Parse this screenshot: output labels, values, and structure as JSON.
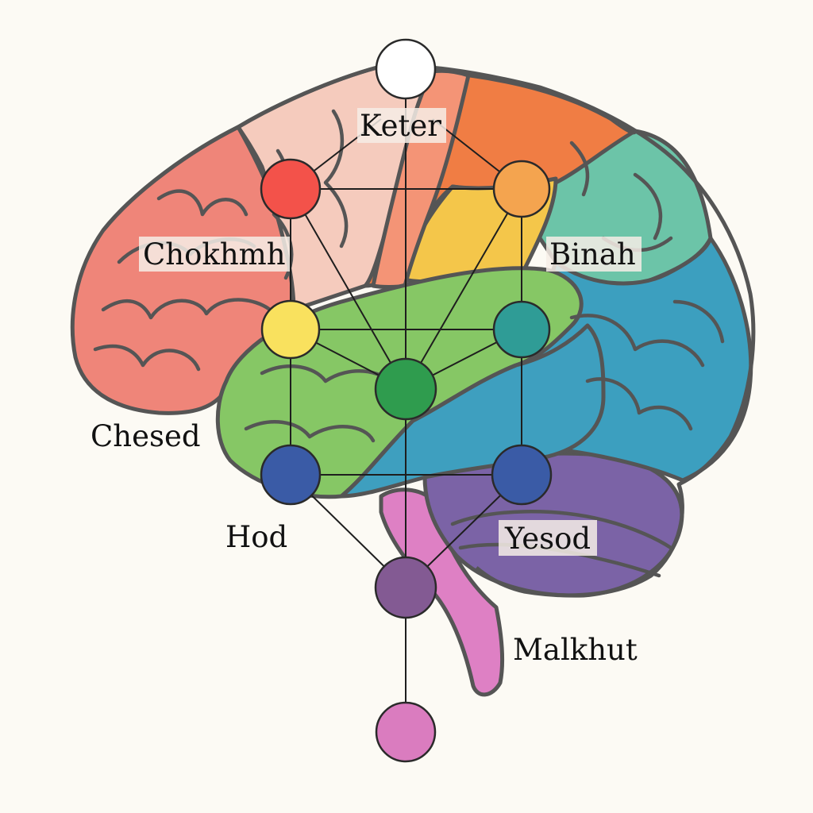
{
  "labels": {
    "keter": "Keter",
    "chokhmh": "Chokhmh",
    "binah": "Binah",
    "chesed": "Chesed",
    "hod": "Hod",
    "yesod": "Yesod",
    "malkhut": "Malkhut"
  },
  "colors": {
    "background": "#fcfaf4",
    "outline": "#555555",
    "frontal_lobe": "#ef8579",
    "motor_strip": "#f5cbbd",
    "premotor": "#f49476",
    "parietal": "#f07d44",
    "parietal_yellow": "#f4c64a",
    "occipital_teal": "#6cc4a8",
    "occipital_blue": "#3c9fbf",
    "temporal_green": "#86c765",
    "temporal_blue": "#3e9fbf",
    "cerebellum": "#7b63a6",
    "brainstem": "#de80c4",
    "node_top": "#ffffff",
    "node_red": "#f3524a",
    "node_orange": "#f4a44f",
    "node_yellow": "#f9e15e",
    "node_teal": "#2f9c96",
    "node_green": "#2f9c4e",
    "node_blue": "#3a5ba6",
    "node_purple": "#835a93",
    "node_pink": "#da7cbf"
  }
}
